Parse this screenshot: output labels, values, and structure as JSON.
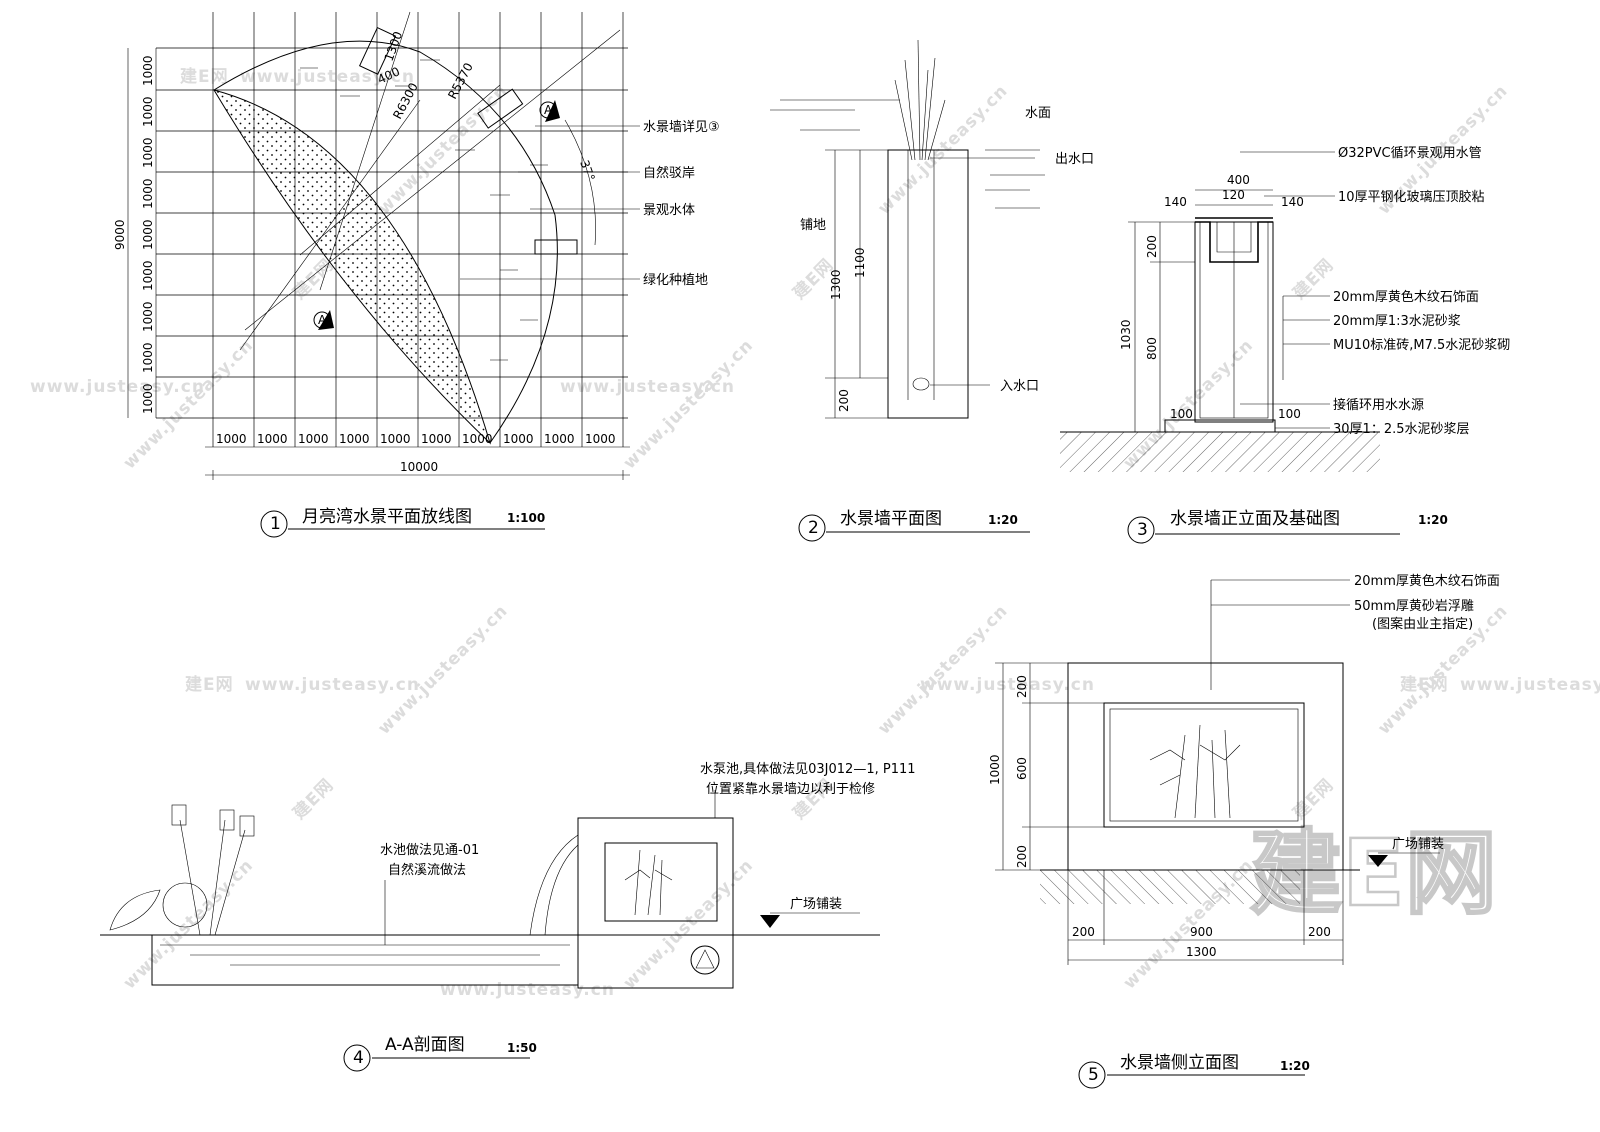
{
  "drawing1": {
    "number": "1",
    "title": "月亮湾水景平面放线图",
    "scale": "1:100",
    "callouts": [
      "水景墙详见③",
      "自然驳岸",
      "景观水体",
      "绿化种植地"
    ],
    "radii": [
      "R6300",
      "R5370"
    ],
    "angle": "37°",
    "detail_dims": [
      "1300",
      "400"
    ],
    "section_mark": "A",
    "x_dims": [
      "1000",
      "1000",
      "1000",
      "1000",
      "1000",
      "1000",
      "1000",
      "1000",
      "1000",
      "1000"
    ],
    "x_total": "10000",
    "y_dims": [
      "1000",
      "1000",
      "1000",
      "1000",
      "1000",
      "1000",
      "1000",
      "1000",
      "1000"
    ],
    "y_total": "9000"
  },
  "drawing2": {
    "number": "2",
    "title": "水景墙平面图",
    "scale": "1:20",
    "labels": [
      "水面",
      "出水口",
      "铺地",
      "入水口"
    ],
    "dims": [
      "1300",
      "1100",
      "200"
    ]
  },
  "drawing3": {
    "number": "3",
    "title": "水景墙正立面及基础图",
    "scale": "1:20",
    "labels": [
      "Ø32PVC循环景观用水管",
      "10厚平钢化玻璃压顶胶粘",
      "20mm厚黄色木纹石饰面",
      "20mm厚1:3水泥砂浆",
      "MU10标准砖,M7.5水泥砂浆砌",
      "接循环用水水源",
      "30厚1：2.5水泥砂浆层"
    ],
    "dims_top": [
      "400",
      "140",
      "120",
      "140"
    ],
    "dims_left": [
      "200",
      "1030",
      "800"
    ],
    "dims_bottom": [
      "100",
      "100"
    ]
  },
  "drawing4": {
    "number": "4",
    "title": "A-A剖面图",
    "scale": "1:50",
    "labels": [
      "水泵池,具体做法见03J012—1, P111",
      "位置紧靠水景墙边以利于检修",
      "水池做法见通-01",
      "自然溪流做法",
      "广场铺装"
    ]
  },
  "drawing5": {
    "number": "5",
    "title": "水景墙侧立面图",
    "scale": "1:20",
    "labels": [
      "20mm厚黄色木纹石饰面",
      "50mm厚黄砂岩浮雕",
      "(图案由业主指定)",
      "广场铺装"
    ],
    "dims_left": [
      "1000",
      "200",
      "600",
      "200"
    ],
    "dims_bottom": [
      "200",
      "900",
      "200"
    ],
    "dims_total": "1300"
  },
  "watermark": {
    "url": "www.justeasy.cn",
    "brand": "建E网"
  }
}
